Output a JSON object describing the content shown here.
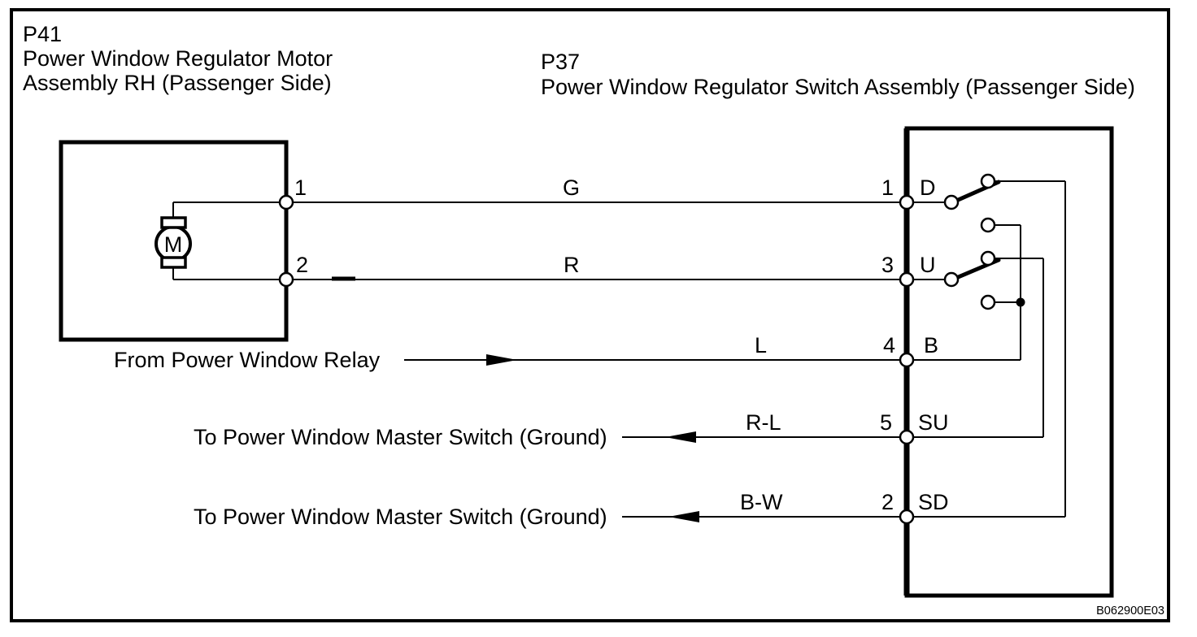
{
  "connector_p41": {
    "id": "P41",
    "name_line1": "Power Window Regulator Motor",
    "name_line2": "Assembly RH (Passenger Side)",
    "motor_symbol": "M",
    "pins": [
      {
        "number": "1"
      },
      {
        "number": "2"
      }
    ]
  },
  "connector_p37": {
    "id": "P37",
    "name": "Power Window Regulator Switch Assembly (Passenger Side)",
    "pins": [
      {
        "number": "1",
        "terminal": "D"
      },
      {
        "number": "3",
        "terminal": "U"
      },
      {
        "number": "4",
        "terminal": "B"
      },
      {
        "number": "5",
        "terminal": "SU"
      },
      {
        "number": "2",
        "terminal": "SD"
      }
    ]
  },
  "wires": [
    {
      "color": "G"
    },
    {
      "color": "R"
    },
    {
      "color": "L",
      "annotation": "From Power Window Relay"
    },
    {
      "color": "R-L",
      "annotation": "To Power Window Master Switch (Ground)"
    },
    {
      "color": "B-W",
      "annotation": "To Power Window Master Switch (Ground)"
    }
  ],
  "figure_code": "B062900E03",
  "colors": {
    "ink": "#000000",
    "background": "#ffffff"
  }
}
